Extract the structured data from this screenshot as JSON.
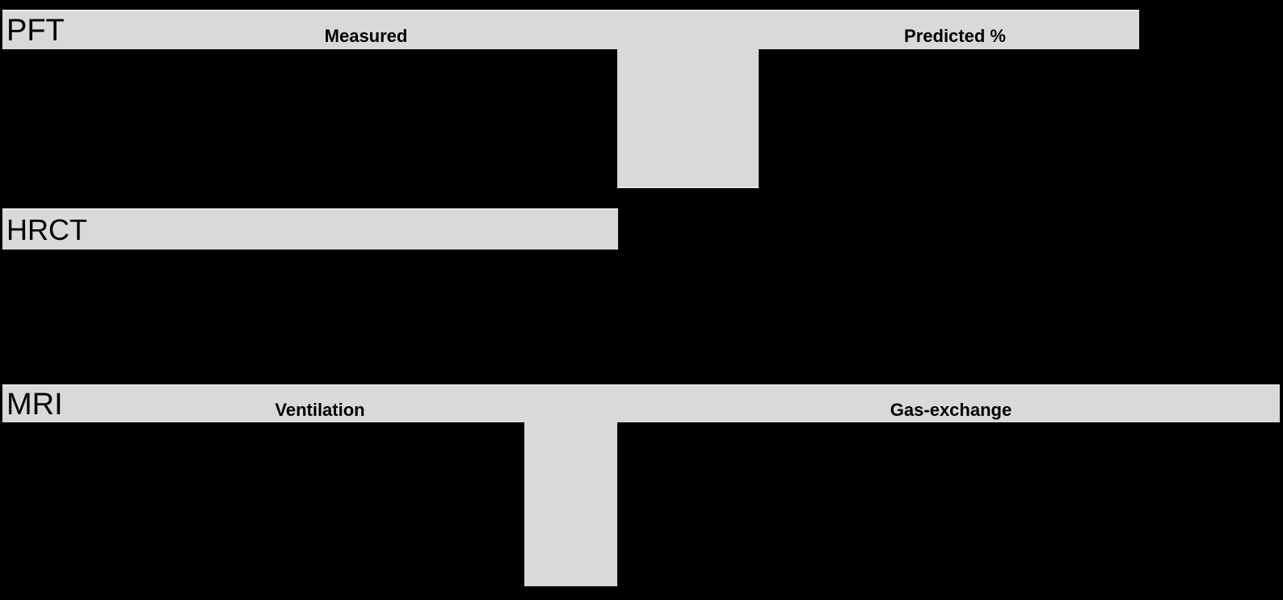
{
  "colors": {
    "page-bg": "#000000",
    "cell-bg": "#d9d9d9",
    "cell-border": "#e7e7e7",
    "text": "#000000"
  },
  "figure": {
    "pft": {
      "label": "PFT",
      "columns": {
        "measured": "Measured",
        "predicted": "Predicted %"
      }
    },
    "hrct": {
      "label": "HRCT"
    },
    "mri": {
      "label": "MRI",
      "columns": {
        "ventilation": "Ventilation",
        "gas_exchange": "Gas-exchange"
      }
    }
  }
}
